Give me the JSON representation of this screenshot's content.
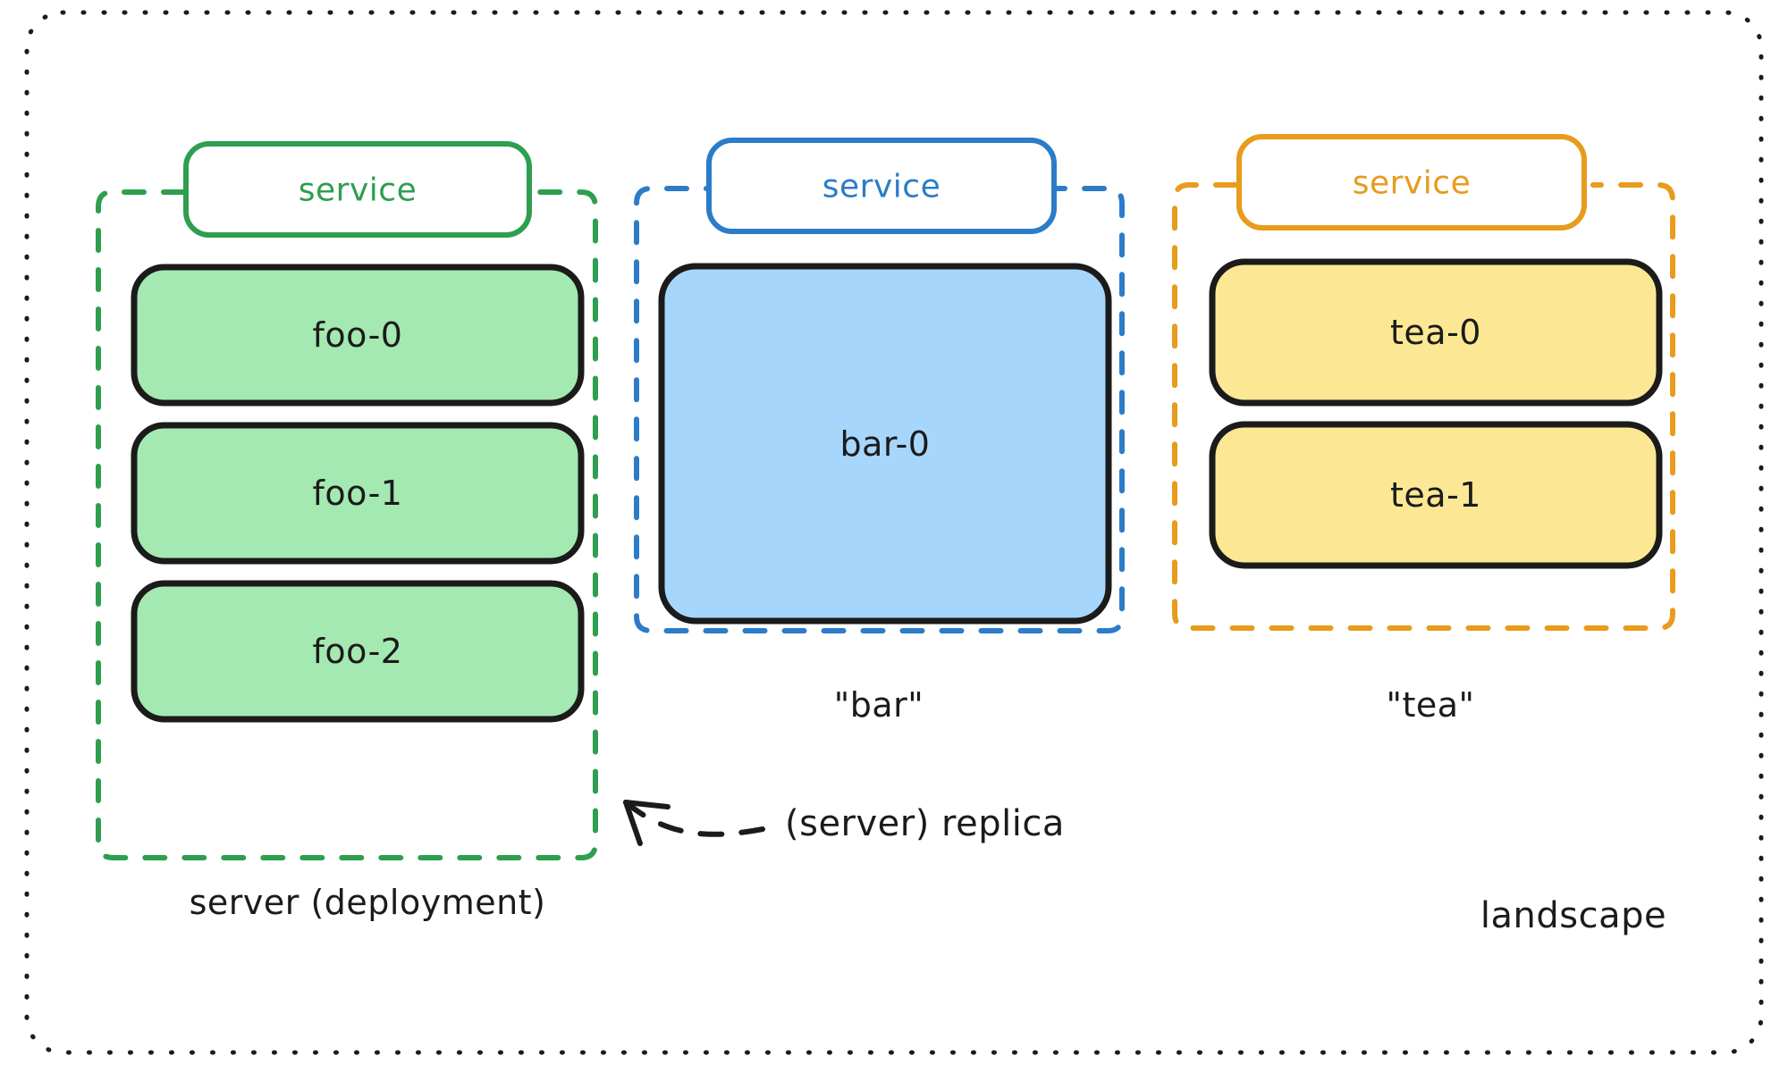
{
  "diagram": {
    "title": "landscape",
    "outer_label": "landscape",
    "outer_border_style": "dotted",
    "outer_border_color": "#1b1b1b",
    "background": "#ffffff"
  },
  "colors": {
    "green_fill": "#a4e9b2",
    "green_stroke": "#2e9e4f",
    "blue_fill": "#a6d6fc",
    "blue_stroke": "#2b7cc9",
    "orange_fill": "#fce894",
    "orange_stroke": "#e89b1c",
    "pod_outline": "#1b1b1b",
    "text": "#1b1b1b"
  },
  "groups": [
    {
      "id": "foo",
      "service_label": "service",
      "accent": "#2e9e4f",
      "fill": "#a4e9b2",
      "caption": "server (deployment)",
      "pods": [
        {
          "label": "foo-0"
        },
        {
          "label": "foo-1"
        },
        {
          "label": "foo-2"
        }
      ]
    },
    {
      "id": "bar",
      "service_label": "service",
      "accent": "#2b7cc9",
      "fill": "#a6d6fc",
      "caption": "\"bar\"",
      "pods": [
        {
          "label": "bar-0"
        }
      ]
    },
    {
      "id": "tea",
      "service_label": "service",
      "accent": "#e89b1c",
      "fill": "#fce894",
      "caption": "\"tea\"",
      "pods": [
        {
          "label": "tea-0"
        },
        {
          "label": "tea-1"
        }
      ]
    }
  ],
  "annotation": {
    "label": "(server) replica",
    "arrow": "dashed-curved-arrow-pointing-up-left"
  }
}
